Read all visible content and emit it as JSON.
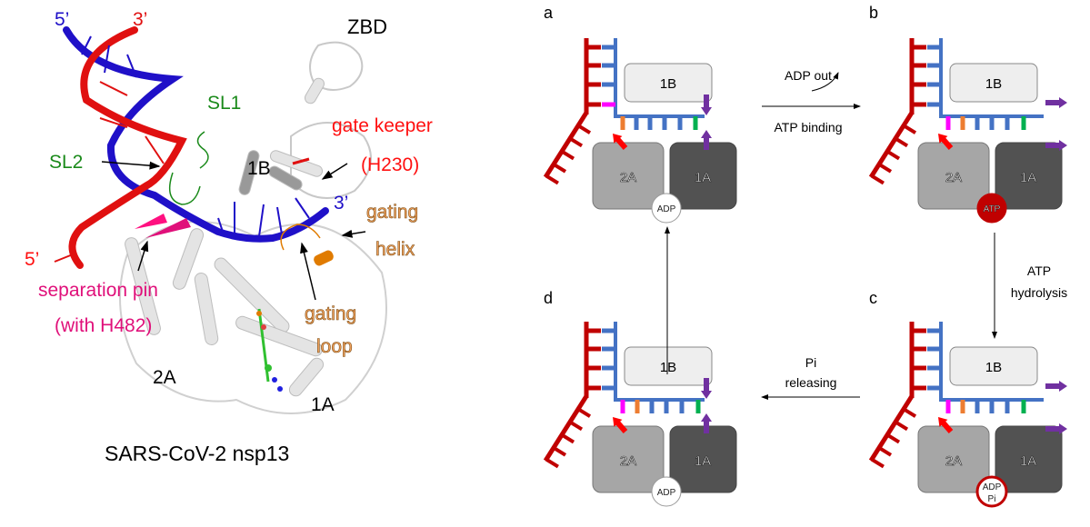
{
  "structure": {
    "title": "SARS-CoV-2 nsp13",
    "labels": {
      "strand_blue_5": "5’",
      "strand_red_3": "3’",
      "zbd": "ZBD",
      "sl1": "SL1",
      "gate_keeper": "gate keeper",
      "gate_keeper_residue": "(H230)",
      "sl2": "SL2",
      "domain_1b": "1B",
      "strand_blue_3": "3’",
      "gating_helix_1": "gating",
      "gating_helix_2": "helix",
      "strand_red_5": "5’",
      "separation_pin_1": "separation pin",
      "separation_pin_2": "(with H482)",
      "gating_loop_1": "gating",
      "gating_loop_2": "loop",
      "domain_2a": "2A",
      "domain_1a": "1A"
    }
  },
  "cycle": {
    "panels": [
      {
        "letter": "a",
        "nucleotide": "ADP",
        "nucleotide_sub": "",
        "state": "closed",
        "magenta_on_duplex": true
      },
      {
        "letter": "b",
        "nucleotide": "ATP",
        "nucleotide_sub": "",
        "state": "open",
        "magenta_on_duplex": false
      },
      {
        "letter": "c",
        "nucleotide": "ADP",
        "nucleotide_sub": "Pi",
        "state": "open",
        "magenta_on_duplex": false
      },
      {
        "letter": "d",
        "nucleotide": "ADP",
        "nucleotide_sub": "",
        "state": "closed",
        "magenta_on_duplex": false
      }
    ],
    "box_labels": {
      "b1": "1B",
      "a2": "2A",
      "a1": "1A"
    },
    "transitions": {
      "a_to_b_top": "ADP out",
      "a_to_b_bottom": "ATP binding",
      "b_to_c_1": "ATP",
      "b_to_c_2": "hydrolysis",
      "c_to_d_1": "Pi",
      "c_to_d_2": "releasing"
    }
  },
  "colors": {
    "red_strand": "#c00000",
    "blue_strand": "#4472c4",
    "magenta": "#ff00ff",
    "orange": "#ed7d31",
    "green": "#00b050",
    "purple": "#7030a0",
    "box_1b": "#eeeeee",
    "box_2a": "#a6a6a6",
    "box_1a": "#525252"
  }
}
